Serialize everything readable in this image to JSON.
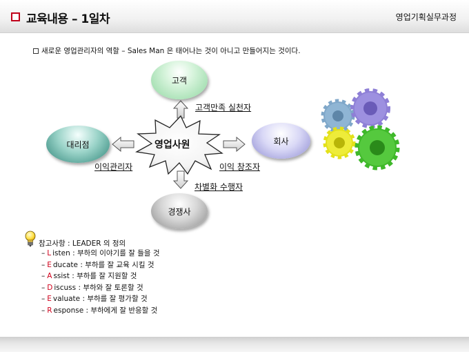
{
  "header": {
    "title": "교육내용 – 1일차",
    "course": "영업기획실무과정"
  },
  "intro": "새로운 영업관리자의 역할  – Sales Man 은 태어나는 것이 아니고 만들어지는 것이다.",
  "diagram": {
    "center": "영업사원",
    "customer": "고객",
    "agency": "대리점",
    "company": "회사",
    "competitor": "경쟁사",
    "satisfaction": "고객만족 실천자",
    "profit_manager": "이익관리자",
    "profit_creator": "이익 창조자",
    "differentiation": "차별화 수행자"
  },
  "gears": {
    "colors": [
      "#7fa7c9",
      "#8e7fd6",
      "#e3e11a",
      "#3fb82a"
    ]
  },
  "reference": {
    "title": "참고사항 : LEADER 의 정의",
    "items": [
      {
        "dash": "–",
        "letter": "L",
        "text": "isten : 부하의 이야기를 잘 들을 것"
      },
      {
        "dash": "–",
        "letter": "E",
        "text": "ducate : 부하를 잘 교육 시킬 것"
      },
      {
        "dash": "–",
        "letter": "A",
        "text": "ssist : 부하를 잘 지원할 것"
      },
      {
        "dash": "–",
        "letter": "D",
        "text": "iscuss : 부하와 잘 토론할 것"
      },
      {
        "dash": "–",
        "letter": "E",
        "text": "valuate : 부하를 잘 평가할 것"
      },
      {
        "dash": "–",
        "letter": "R",
        "text": "esponse : 부하에게 잘 반응할 것"
      }
    ]
  },
  "colors": {
    "accent_red": "#c0001a",
    "letter_red": "#d0001b"
  }
}
